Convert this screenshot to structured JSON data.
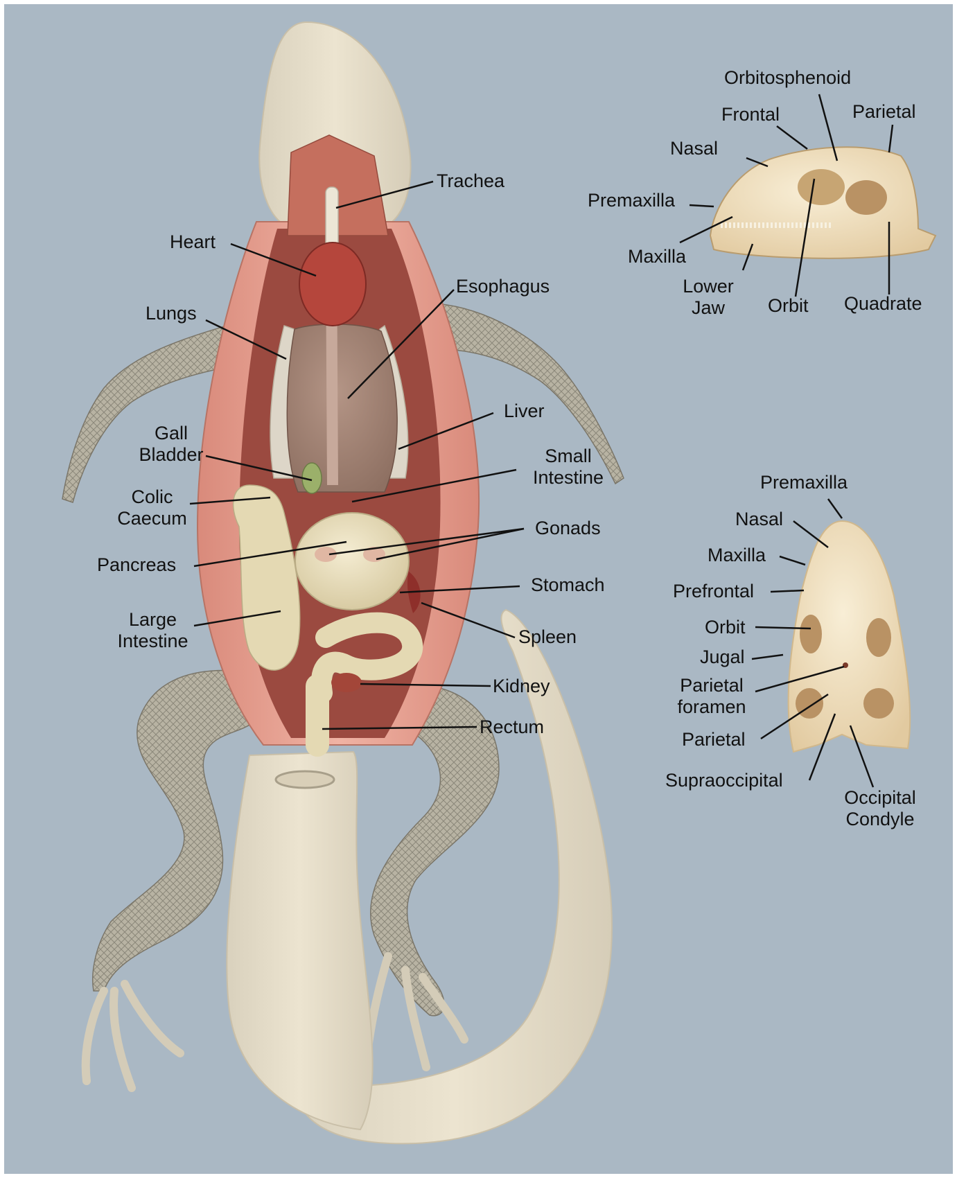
{
  "colors": {
    "background": "#aab8c4",
    "skin_pale": "#e6ddc8",
    "body_wall": "#e8a596",
    "heart": "#b5463c",
    "liver": "#a58576",
    "intestine": "#e6dbb5",
    "bone": "#f1e4c8"
  },
  "lizard_labels": {
    "trachea": "Trachea",
    "heart": "Heart",
    "esophagus": "Esophagus",
    "lungs": "Lungs",
    "liver": "Liver",
    "gall_bladder": [
      "Gall",
      "Bladder"
    ],
    "small_intestine": [
      "Small",
      "Intestine"
    ],
    "colic_caecum": [
      "Colic",
      "Caecum"
    ],
    "gonads": "Gonads",
    "pancreas": "Pancreas",
    "stomach": "Stomach",
    "large_intestine": [
      "Large",
      "Intestine"
    ],
    "spleen": "Spleen",
    "kidney": "Kidney",
    "rectum": "Rectum"
  },
  "skull_side_labels": {
    "orbitosphenoid": "Orbitosphenoid",
    "frontal": "Frontal",
    "parietal": "Parietal",
    "nasal": "Nasal",
    "premaxilla": "Premaxilla",
    "maxilla": "Maxilla",
    "lower_jaw": [
      "Lower",
      "Jaw"
    ],
    "orbit": "Orbit",
    "quadrate": "Quadrate"
  },
  "skull_top_labels": {
    "premaxilla": "Premaxilla",
    "nasal": "Nasal",
    "maxilla": "Maxilla",
    "prefrontal": "Prefrontal",
    "orbit": "Orbit",
    "jugal": "Jugal",
    "parietal_foramen": [
      "Parietal",
      "foramen"
    ],
    "parietal": "Parietal",
    "supraoccipital": "Supraoccipital",
    "occipital_condyle": [
      "Occipital",
      "Condyle"
    ]
  }
}
